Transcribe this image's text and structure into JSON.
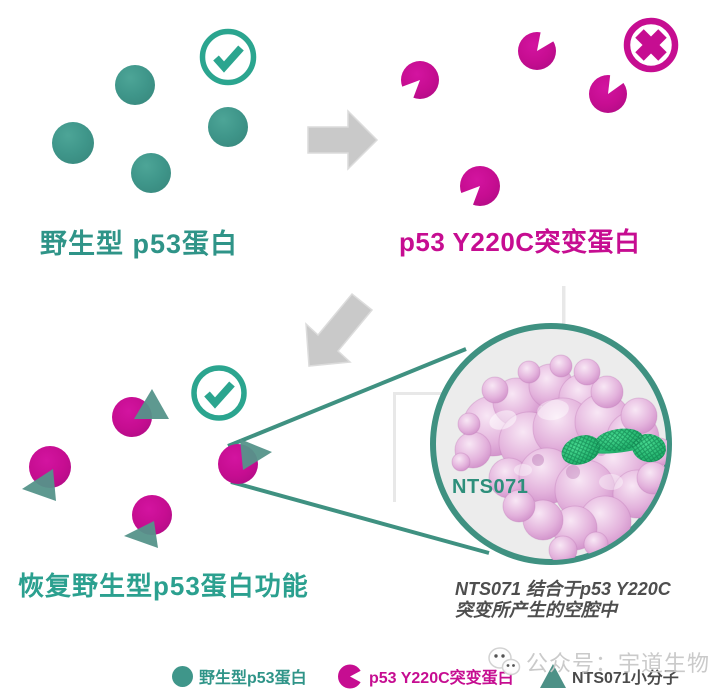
{
  "figure": {
    "type": "scientific-illustration",
    "topic": "p53 Y220C mutant protein stabilization by small molecule NTS071"
  },
  "colors": {
    "teal_protein": "#3F968A",
    "teal_icon": "#2BA58F",
    "teal_text": "#2F9488",
    "teal_line": "#3F9181",
    "teal_triangle": "#55938A",
    "magenta": "#C60D91",
    "arrow_gray": "#C9C9C9",
    "inset_fill": "#ECECEC",
    "protein_pink": "#DDA6D6",
    "ligand_green": "#28B872",
    "caption_gray": "#4E4E4E",
    "watermark_gray": "#C8C8C8"
  },
  "sections": {
    "wild": {
      "label": "野生型 p53蛋白",
      "status_icon": "check-icon"
    },
    "mutant": {
      "label": "p53 Y220C突变蛋白",
      "status_icon": "cross-icon"
    },
    "restored": {
      "label": "恢复野生型p53蛋白功能",
      "status_icon": "check-icon"
    },
    "inset": {
      "molecule_label": "NTS071",
      "caption_line1": "NTS071 结合于p53 Y220C",
      "caption_line2": "突变所产生的空腔中"
    }
  },
  "legend": {
    "items": [
      {
        "glyph": "teal-circle",
        "label": "野生型p53蛋白"
      },
      {
        "glyph": "magenta-notched-circle",
        "label": "p53 Y220C突变蛋白"
      },
      {
        "glyph": "teal-triangle",
        "label": "NTS071小分子"
      }
    ]
  },
  "watermark": {
    "icon": "wechat-icon",
    "text": "公众号：宇道生物"
  }
}
